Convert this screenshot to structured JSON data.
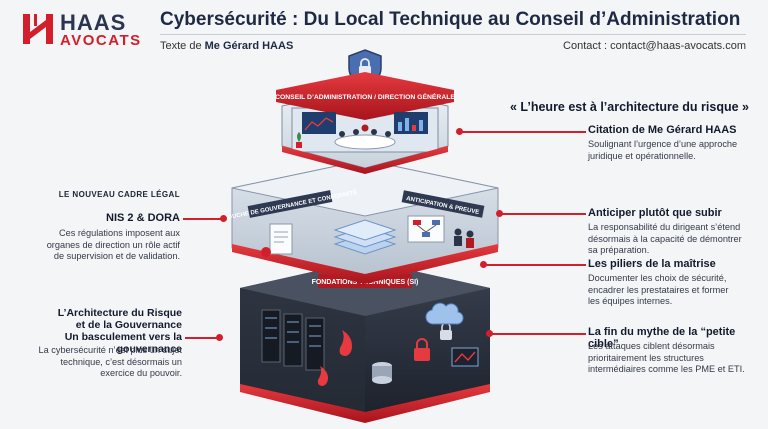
{
  "brand": {
    "name_top": "HAAS",
    "name_bottom": "AVOCATS",
    "accent": "#d31f2b",
    "navy": "#1e2a44"
  },
  "header": {
    "title": "Cybersécurité : Du Local Technique au Conseil d’Administration",
    "author_prefix": "Texte de ",
    "author_name": "Me Gérard HAAS",
    "contact": "Contact : contact@haas-avocats.com"
  },
  "diagram": {
    "tier_top_label": "CONSEIL D’ADMINISTRATION / DIRECTION GÉNÉRALE",
    "tier_mid_label_left": "COUCHE DE GOUVERNANCE ET CONFORMITÉ",
    "tier_mid_label_right": "ANTICIPATION & PREUVE",
    "tier_bottom_label": "FONDATIONS TECHNIQUES (SI)"
  },
  "left": {
    "section_label": "LE NOUVEAU CADRE LÉGAL",
    "nis_title": "NIS 2 & DORA",
    "nis_body": [
      "Ces régulations imposent aux",
      "organes de direction un rôle actif",
      "de supervision et de validation."
    ],
    "arch_title": [
      "L’Architecture du Risque",
      "et de la Gouvernance"
    ],
    "shift_title": "Un basculement vers la gouvernance",
    "shift_body": [
      "La cybersécurité n’est plus un sujet",
      "technique, c’est désormais un",
      "exercice du pouvoir."
    ]
  },
  "right": {
    "quote": "« L’heure est à l’architecture du risque »",
    "citation_title": "Citation de Me Gérard HAAS",
    "citation_body": [
      "Soulignant l’urgence d’une approche",
      "juridique et opérationnelle."
    ],
    "anticipate_title": "Anticiper plutôt que subir",
    "anticipate_body": [
      "La responsabilité du dirigeant s’étend",
      "désormais à la capacité de démontrer",
      "sa préparation."
    ],
    "pillars_title": "Les piliers de la maîtrise",
    "pillars_body": [
      "Documenter les choix de sécurité,",
      "encadrer les prestataires et former",
      "les équipes internes."
    ],
    "myth_title": "La fin du mythe de la “petite cible”",
    "myth_body": [
      "Les attaques ciblent désormais",
      "prioritairement les structures",
      "intermédiaires comme les PME et ETI."
    ]
  }
}
